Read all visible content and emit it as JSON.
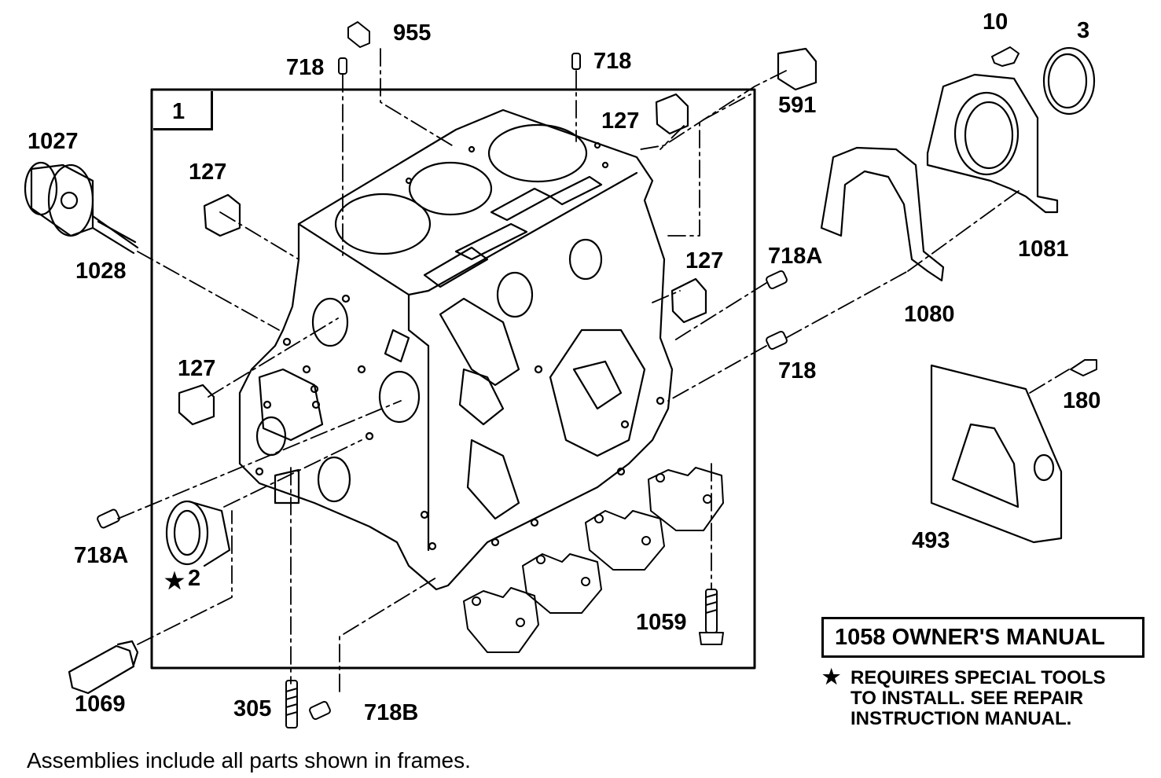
{
  "frame_label": "1",
  "labels": {
    "p955": "955",
    "p718_top_left": "718",
    "p718_top_right": "718",
    "p10": "10",
    "p3": "3",
    "p591": "591",
    "p127_top": "127",
    "p1027": "1027",
    "p127_left": "127",
    "p1028": "1028",
    "p1081": "1081",
    "p718A_right": "718A",
    "p127_right": "127",
    "p1080": "1080",
    "p127_lower_left": "127",
    "p718_right": "718",
    "p180": "180",
    "p718A_left": "718A",
    "p2": "2",
    "p493": "493",
    "p1059": "1059",
    "p1069": "1069",
    "p305": "305",
    "p718B": "718B"
  },
  "manual_box": "1058 OWNER'S MANUAL",
  "note": {
    "star": "★",
    "line1": "REQUIRES SPECIAL TOOLS",
    "line2": "TO INSTALL.  SEE REPAIR",
    "line3": "INSTRUCTION MANUAL."
  },
  "star_mark": "★",
  "footer": "Assemblies include all parts shown in frames."
}
